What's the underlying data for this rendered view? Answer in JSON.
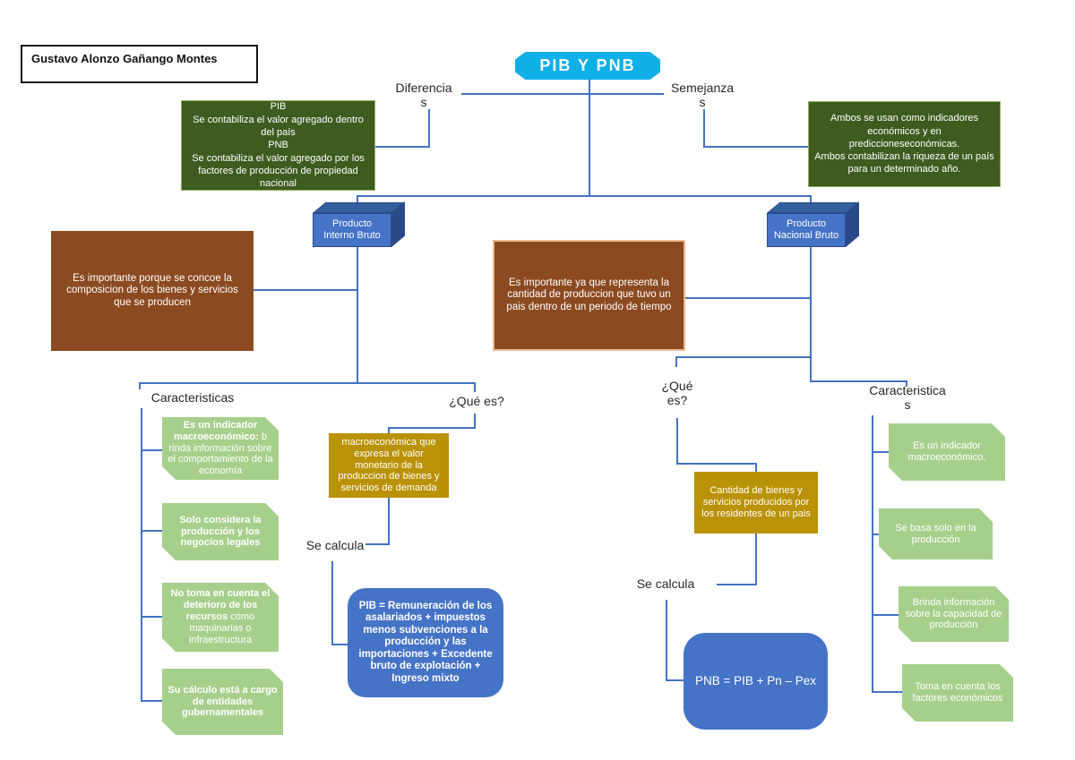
{
  "author": "Gustavo Alonzo Gañango Montes",
  "title": "PIB Y PNB",
  "top_labels": {
    "diferencias": "Diferencia\ns",
    "semejanzas": "Semejanza\ns"
  },
  "differences_box": "PIB\nSe contabiliza el valor agregado dentro del país\nPNB\nSe contabiliza el valor agregado por los factores de producción de propiedad nacional",
  "similarities_box": "Ambos se usan como indicadores económicos y en prediccioneseconómicas.\nAmbos contabilizan la riqueza de un país para un determinado año.",
  "pib": {
    "node_label": "Producto\nInterno Bruto",
    "importance": "Es importante porque se concoe la composicion de los bienes y servicios que se producen",
    "caracteristicas_label": "Caracteristicas",
    "que_es_label": "¿Qué es?",
    "se_calcula_label": "Se calcula",
    "definition": "macroeconómica que expresa el valor monetario de la produccion de bienes y servicios de demanda",
    "formula": "PIB = Remuneración de los asalariados + impuestos menos subvenciones a la producción y las importaciones + Excedente bruto de explotación + Ingreso mixto",
    "caracteristicas": [
      {
        "bold": "Es un indicador macroeconómico:",
        "rest": " b rinda información sobre el comportamiento de la economía"
      },
      {
        "bold": "Solo considera la producción y los negocios legales",
        "rest": ""
      },
      {
        "bold": "No toma en cuenta el deterioro de los recursos",
        "rest": " como maquinarias o infraestructura"
      },
      {
        "bold": "Su cálculo está a cargo de entidades gubernamentales",
        "rest": ""
      }
    ]
  },
  "pnb": {
    "node_label": "Producto\nNacional Bruto",
    "importance": "Es importante ya que representa la cantidad de produccion que tuvo un pais dentro de un periodo de tiempo",
    "caracteristicas_label": "Caracteristica\ns",
    "que_es_label": "¿Qué\nes?",
    "se_calcula_label": "Se calcula",
    "definition": "Cantidad de bienes y servicios producidos por los residentes de un pais",
    "formula": "PNB = PIB + Pn – Pex",
    "caracteristicas": [
      "Es un indicador macroeconómico.",
      "Se basa solo en la producción",
      "Brinda información sobre la capacidad de producción",
      "Toma en cuenta los factores económicos"
    ]
  },
  "colors": {
    "title_bg": "#0FAFE8",
    "connector": "#4472C4",
    "dark_green": "#3E5C20",
    "light_green": "#A7CF8C",
    "brown": "#8C4A21",
    "brown_border": "#EDBA90",
    "gold": "#BA9206",
    "blue": "#4573C6"
  }
}
